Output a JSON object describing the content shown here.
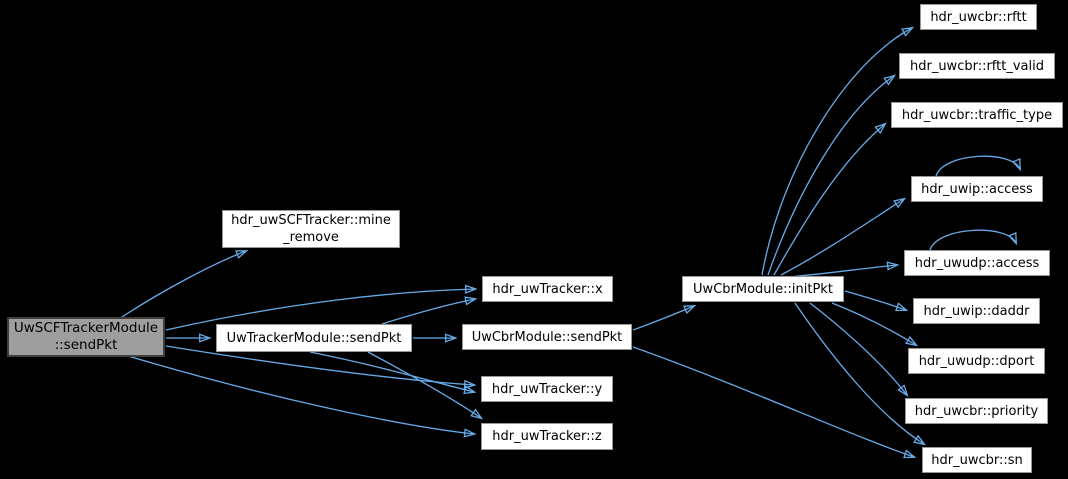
{
  "diagram": {
    "kind": "call-graph",
    "colors": {
      "background": "#000000",
      "edge": "#66abe9",
      "node_fill": "#ffffff",
      "node_border": "#969696",
      "highlight_fill": "#9e9e9e",
      "highlight_border": "#3e3e3e",
      "node_text": "#000000"
    },
    "nodes": {
      "root": {
        "line1": "UwSCFTrackerModule",
        "line2": "::sendPkt",
        "highlighted": true
      },
      "mine_remove": {
        "line1": "hdr_uwSCFTracker::mine",
        "line2": "_remove"
      },
      "tracker_sendpkt": {
        "label": "UwTrackerModule::sendPkt"
      },
      "tracker_x": {
        "label": "hdr_uwTracker::x"
      },
      "tracker_y": {
        "label": "hdr_uwTracker::y"
      },
      "tracker_z": {
        "label": "hdr_uwTracker::z"
      },
      "cbr_sendpkt": {
        "label": "UwCbrModule::sendPkt"
      },
      "cbr_initpkt": {
        "label": "UwCbrModule::initPkt"
      },
      "rftt": {
        "label": "hdr_uwcbr::rftt"
      },
      "rftt_valid": {
        "label": "hdr_uwcbr::rftt_valid"
      },
      "traffic_type": {
        "label": "hdr_uwcbr::traffic_type"
      },
      "uwip_access": {
        "label": "hdr_uwip::access"
      },
      "uwudp_access": {
        "label": "hdr_uwudp::access"
      },
      "uwip_daddr": {
        "label": "hdr_uwip::daddr"
      },
      "uwudp_dport": {
        "label": "hdr_uwudp::dport"
      },
      "priority": {
        "label": "hdr_uwcbr::priority"
      },
      "sn": {
        "label": "hdr_uwcbr::sn"
      }
    },
    "edges": [
      {
        "from": "UwSCFTrackerModule::sendPkt",
        "to": "hdr_uwSCFTracker::mine_remove"
      },
      {
        "from": "UwSCFTrackerModule::sendPkt",
        "to": "UwTrackerModule::sendPkt"
      },
      {
        "from": "UwSCFTrackerModule::sendPkt",
        "to": "hdr_uwTracker::x"
      },
      {
        "from": "UwSCFTrackerModule::sendPkt",
        "to": "hdr_uwTracker::y"
      },
      {
        "from": "UwSCFTrackerModule::sendPkt",
        "to": "hdr_uwTracker::z"
      },
      {
        "from": "UwTrackerModule::sendPkt",
        "to": "UwCbrModule::sendPkt"
      },
      {
        "from": "UwTrackerModule::sendPkt",
        "to": "hdr_uwTracker::x"
      },
      {
        "from": "UwTrackerModule::sendPkt",
        "to": "hdr_uwTracker::y"
      },
      {
        "from": "UwTrackerModule::sendPkt",
        "to": "hdr_uwTracker::z"
      },
      {
        "from": "UwCbrModule::sendPkt",
        "to": "UwCbrModule::initPkt"
      },
      {
        "from": "UwCbrModule::sendPkt",
        "to": "hdr_uwcbr::sn"
      },
      {
        "from": "UwCbrModule::initPkt",
        "to": "hdr_uwcbr::rftt"
      },
      {
        "from": "UwCbrModule::initPkt",
        "to": "hdr_uwcbr::rftt_valid"
      },
      {
        "from": "UwCbrModule::initPkt",
        "to": "hdr_uwcbr::traffic_type"
      },
      {
        "from": "UwCbrModule::initPkt",
        "to": "hdr_uwip::access"
      },
      {
        "from": "UwCbrModule::initPkt",
        "to": "hdr_uwudp::access"
      },
      {
        "from": "UwCbrModule::initPkt",
        "to": "hdr_uwip::daddr"
      },
      {
        "from": "UwCbrModule::initPkt",
        "to": "hdr_uwudp::dport"
      },
      {
        "from": "UwCbrModule::initPkt",
        "to": "hdr_uwcbr::priority"
      },
      {
        "from": "UwCbrModule::initPkt",
        "to": "hdr_uwcbr::sn"
      },
      {
        "from": "hdr_uwip::access",
        "to": "hdr_uwip::access",
        "self_loop": true
      },
      {
        "from": "hdr_uwudp::access",
        "to": "hdr_uwudp::access",
        "self_loop": true
      }
    ]
  }
}
